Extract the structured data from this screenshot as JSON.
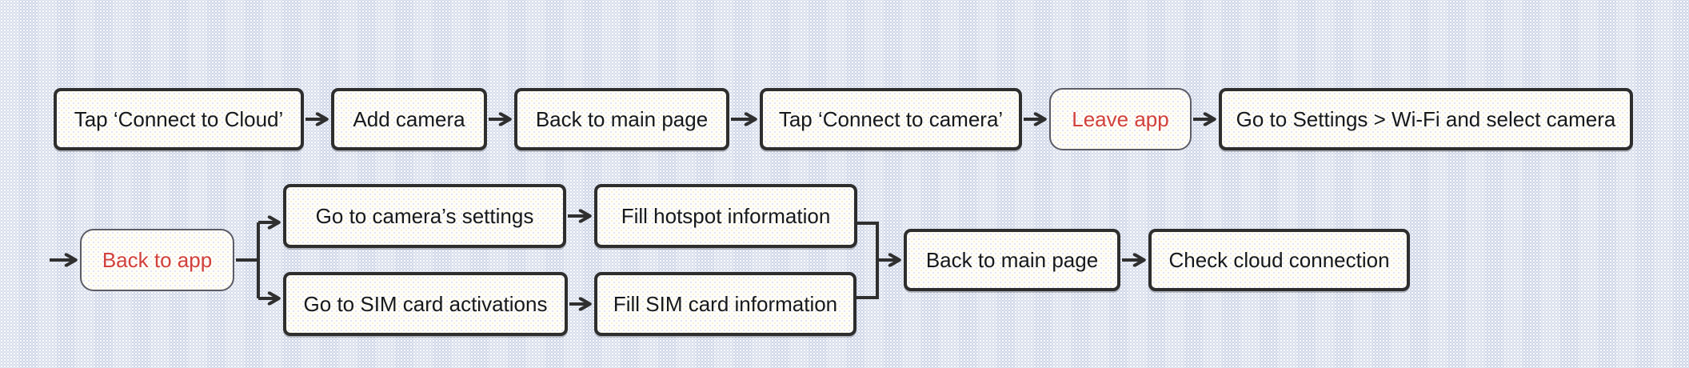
{
  "diagram": {
    "type": "flowchart",
    "direction": "left-to-right",
    "nodes": {
      "tap_connect_cloud": {
        "label": "Tap ‘Connect to Cloud’",
        "style": "process"
      },
      "add_camera": {
        "label": "Add camera",
        "style": "process"
      },
      "back_to_main_page_1": {
        "label": "Back to main page",
        "style": "process"
      },
      "tap_connect_camera": {
        "label": "Tap ‘Connect to camera’",
        "style": "process"
      },
      "leave_app": {
        "label": "Leave app",
        "style": "highlight-red-text-rounded"
      },
      "go_to_settings_wifi": {
        "label": "Go to Settings > Wi-Fi and select camera",
        "style": "process"
      },
      "back_to_app": {
        "label": "Back to app",
        "style": "highlight-red-text-rounded"
      },
      "go_to_camera_settings": {
        "label": "Go to camera’s settings",
        "style": "process"
      },
      "fill_hotspot": {
        "label": "Fill hotspot information",
        "style": "process"
      },
      "go_to_sim_activations": {
        "label": "Go to SIM card activations",
        "style": "process"
      },
      "fill_sim": {
        "label": "Fill SIM card information",
        "style": "process"
      },
      "back_to_main_page_2": {
        "label": "Back to main page",
        "style": "process"
      },
      "check_cloud": {
        "label": "Check cloud connection",
        "style": "process"
      }
    },
    "edges": [
      {
        "from": "tap_connect_cloud",
        "to": "add_camera"
      },
      {
        "from": "add_camera",
        "to": "back_to_main_page_1"
      },
      {
        "from": "back_to_main_page_1",
        "to": "tap_connect_camera"
      },
      {
        "from": "tap_connect_camera",
        "to": "leave_app"
      },
      {
        "from": "leave_app",
        "to": "go_to_settings_wifi"
      },
      {
        "from": "offscreen_left",
        "to": "back_to_app",
        "note": "arrow enters row 2 from left edge"
      },
      {
        "from": "back_to_app",
        "to": "go_to_camera_settings"
      },
      {
        "from": "back_to_app",
        "to": "go_to_sim_activations"
      },
      {
        "from": "go_to_camera_settings",
        "to": "fill_hotspot"
      },
      {
        "from": "go_to_sim_activations",
        "to": "fill_sim"
      },
      {
        "from": "fill_hotspot",
        "to": "back_to_main_page_2"
      },
      {
        "from": "fill_sim",
        "to": "back_to_main_page_2"
      },
      {
        "from": "back_to_main_page_2",
        "to": "check_cloud"
      }
    ],
    "colors": {
      "background": "#ccd4e6",
      "node_fill": "#fdfdf8",
      "node_border": "#2e2e2e",
      "node_text": "#17191c",
      "highlight_border": "#5c5c66",
      "highlight_text": "#d2413e",
      "edge": "#2f2f2f"
    }
  }
}
